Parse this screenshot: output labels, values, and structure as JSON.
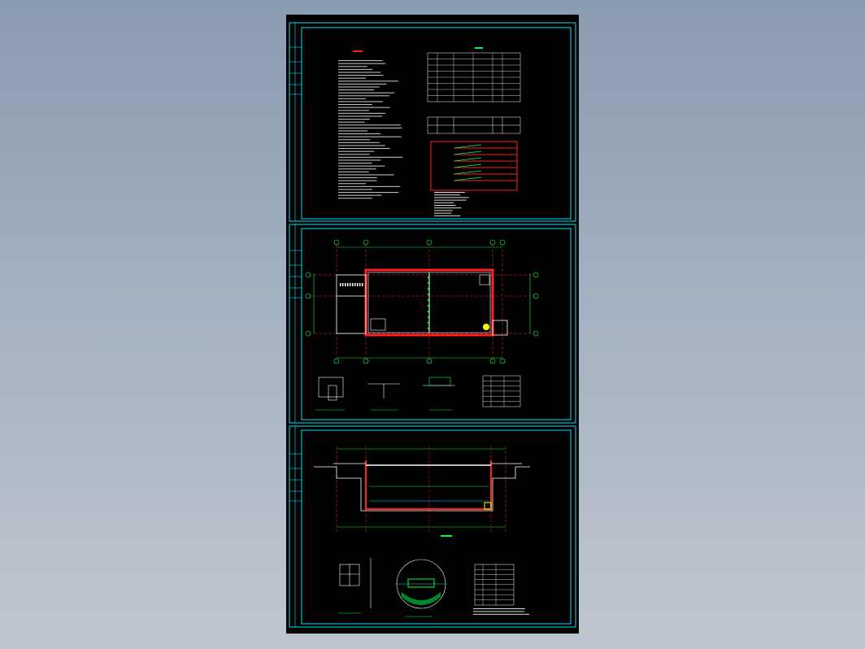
{
  "viewer": {
    "background_top": "#8a9bb0",
    "background_bottom": "#c0c6cf",
    "canvas_color": "#000000"
  },
  "colors": {
    "frame": "#00e5ff",
    "wall": "#ff2020",
    "dimension": "#00ff40",
    "text": "#ffffff",
    "highlight": "#ffff00",
    "hatch": "#ff40ff"
  },
  "sheets": [
    {
      "id": "sheet-1",
      "content": "notes-and-tables"
    },
    {
      "id": "sheet-2",
      "content": "plan-view"
    },
    {
      "id": "sheet-3",
      "content": "section-view"
    }
  ]
}
